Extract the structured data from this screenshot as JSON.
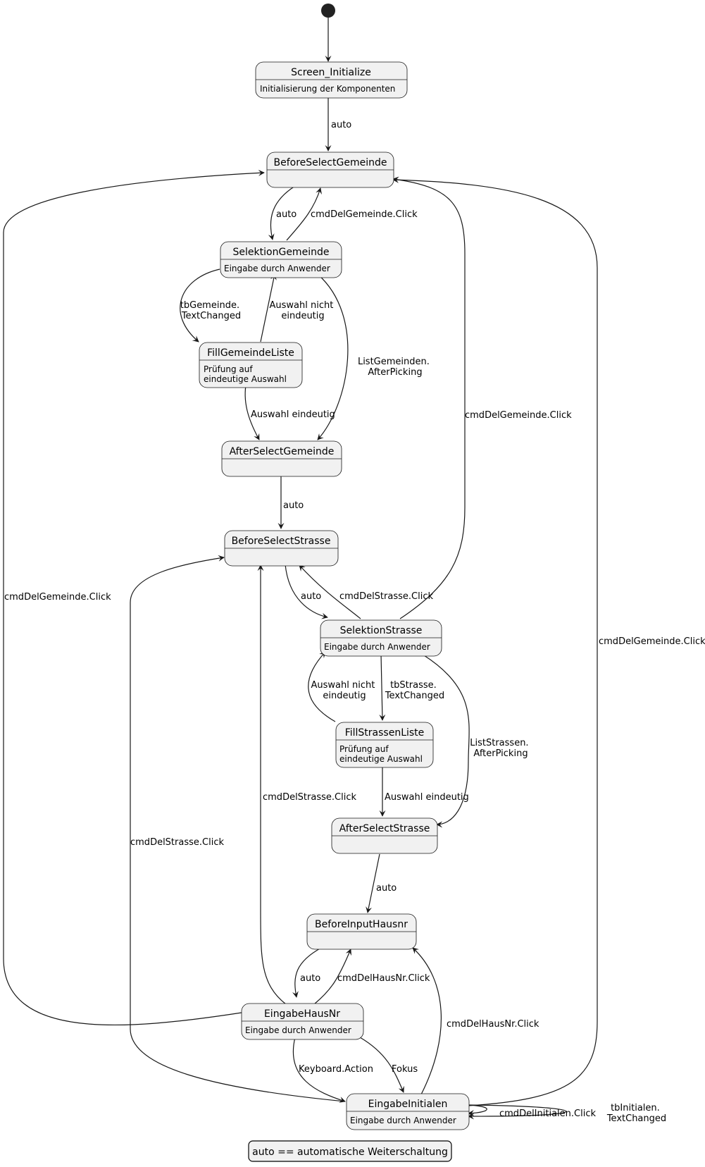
{
  "states": {
    "screen_initialize": {
      "name": "Screen_Initialize",
      "desc": [
        "Initialisierung der Komponenten"
      ]
    },
    "before_select_gemeinde": {
      "name": "BeforeSelectGemeinde",
      "desc": []
    },
    "selektion_gemeinde": {
      "name": "SelektionGemeinde",
      "desc": [
        "Eingabe durch Anwender"
      ]
    },
    "fill_gemeinde_liste": {
      "name": "FillGemeindeListe",
      "desc": [
        "Prüfung auf",
        "eindeutige Auswahl"
      ]
    },
    "after_select_gemeinde": {
      "name": "AfterSelectGemeinde",
      "desc": []
    },
    "before_select_strasse": {
      "name": "BeforeSelectStrasse",
      "desc": []
    },
    "selektion_strasse": {
      "name": "SelektionStrasse",
      "desc": [
        "Eingabe durch Anwender"
      ]
    },
    "fill_strassen_liste": {
      "name": "FillStrassenListe",
      "desc": [
        "Prüfung auf",
        "eindeutige Auswahl"
      ]
    },
    "after_select_strasse": {
      "name": "AfterSelectStrasse",
      "desc": []
    },
    "before_input_hausnr": {
      "name": "BeforeInputHausnr",
      "desc": []
    },
    "eingabe_hausnr": {
      "name": "EingabeHausNr",
      "desc": [
        "Eingabe durch Anwender"
      ]
    },
    "eingabe_initialen": {
      "name": "EingabeInitialen",
      "desc": [
        "Eingabe durch Anwender"
      ]
    }
  },
  "transitions": {
    "init_to_bsg": [
      "auto"
    ],
    "bsg_to_sg": [
      "auto"
    ],
    "sg_to_bsg": [
      "cmdDelGemeinde.Click"
    ],
    "sg_to_fgl": [
      "tbGemeinde.",
      "TextChanged"
    ],
    "fgl_to_sg": [
      "Auswahl nicht",
      "eindeutig"
    ],
    "sg_to_asg": [
      "ListGemeinden.",
      "AfterPicking"
    ],
    "fgl_to_asg": [
      "Auswahl eindeutig"
    ],
    "asg_to_bss": [
      "auto"
    ],
    "ss_to_bsg": [
      "cmdDelGemeinde.Click"
    ],
    "bss_to_ss": [
      "auto"
    ],
    "ss_to_bss": [
      "cmdDelStrasse.Click"
    ],
    "ss_to_fsl": [
      "tbStrasse.",
      "TextChanged"
    ],
    "fsl_to_ss": [
      "Auswahl nicht",
      "eindeutig"
    ],
    "ss_to_ass": [
      "ListStrassen.",
      "AfterPicking"
    ],
    "fsl_to_ass": [
      "Auswahl eindeutig"
    ],
    "ass_to_bih": [
      "auto"
    ],
    "eh_to_bsg": [
      "cmdDelGemeinde.Click"
    ],
    "eh_to_bss": [
      "cmdDelStrasse.Click"
    ],
    "ei_to_bss": [
      "cmdDelStrasse.Click"
    ],
    "ei_to_bsg": [
      "cmdDelGemeinde.Click"
    ],
    "bih_to_eh": [
      "auto"
    ],
    "eh_to_bih": [
      "cmdDelHausNr.Click"
    ],
    "eh_to_ei_kb": [
      "Keyboard.Action"
    ],
    "eh_to_ei_fokus": [
      "Fokus"
    ],
    "ei_to_bih": [
      "cmdDelHausNr.Click"
    ],
    "ei_self_del": [
      "cmdDelInitialen.Click"
    ],
    "ei_self_tb": [
      "tbInitialen.",
      "TextChanged"
    ]
  },
  "legend": {
    "text": "auto == automatische Weiterschaltung"
  },
  "colors": {
    "state_fill": "#f1f1f1",
    "line": "#181818",
    "background": "#ffffff"
  }
}
